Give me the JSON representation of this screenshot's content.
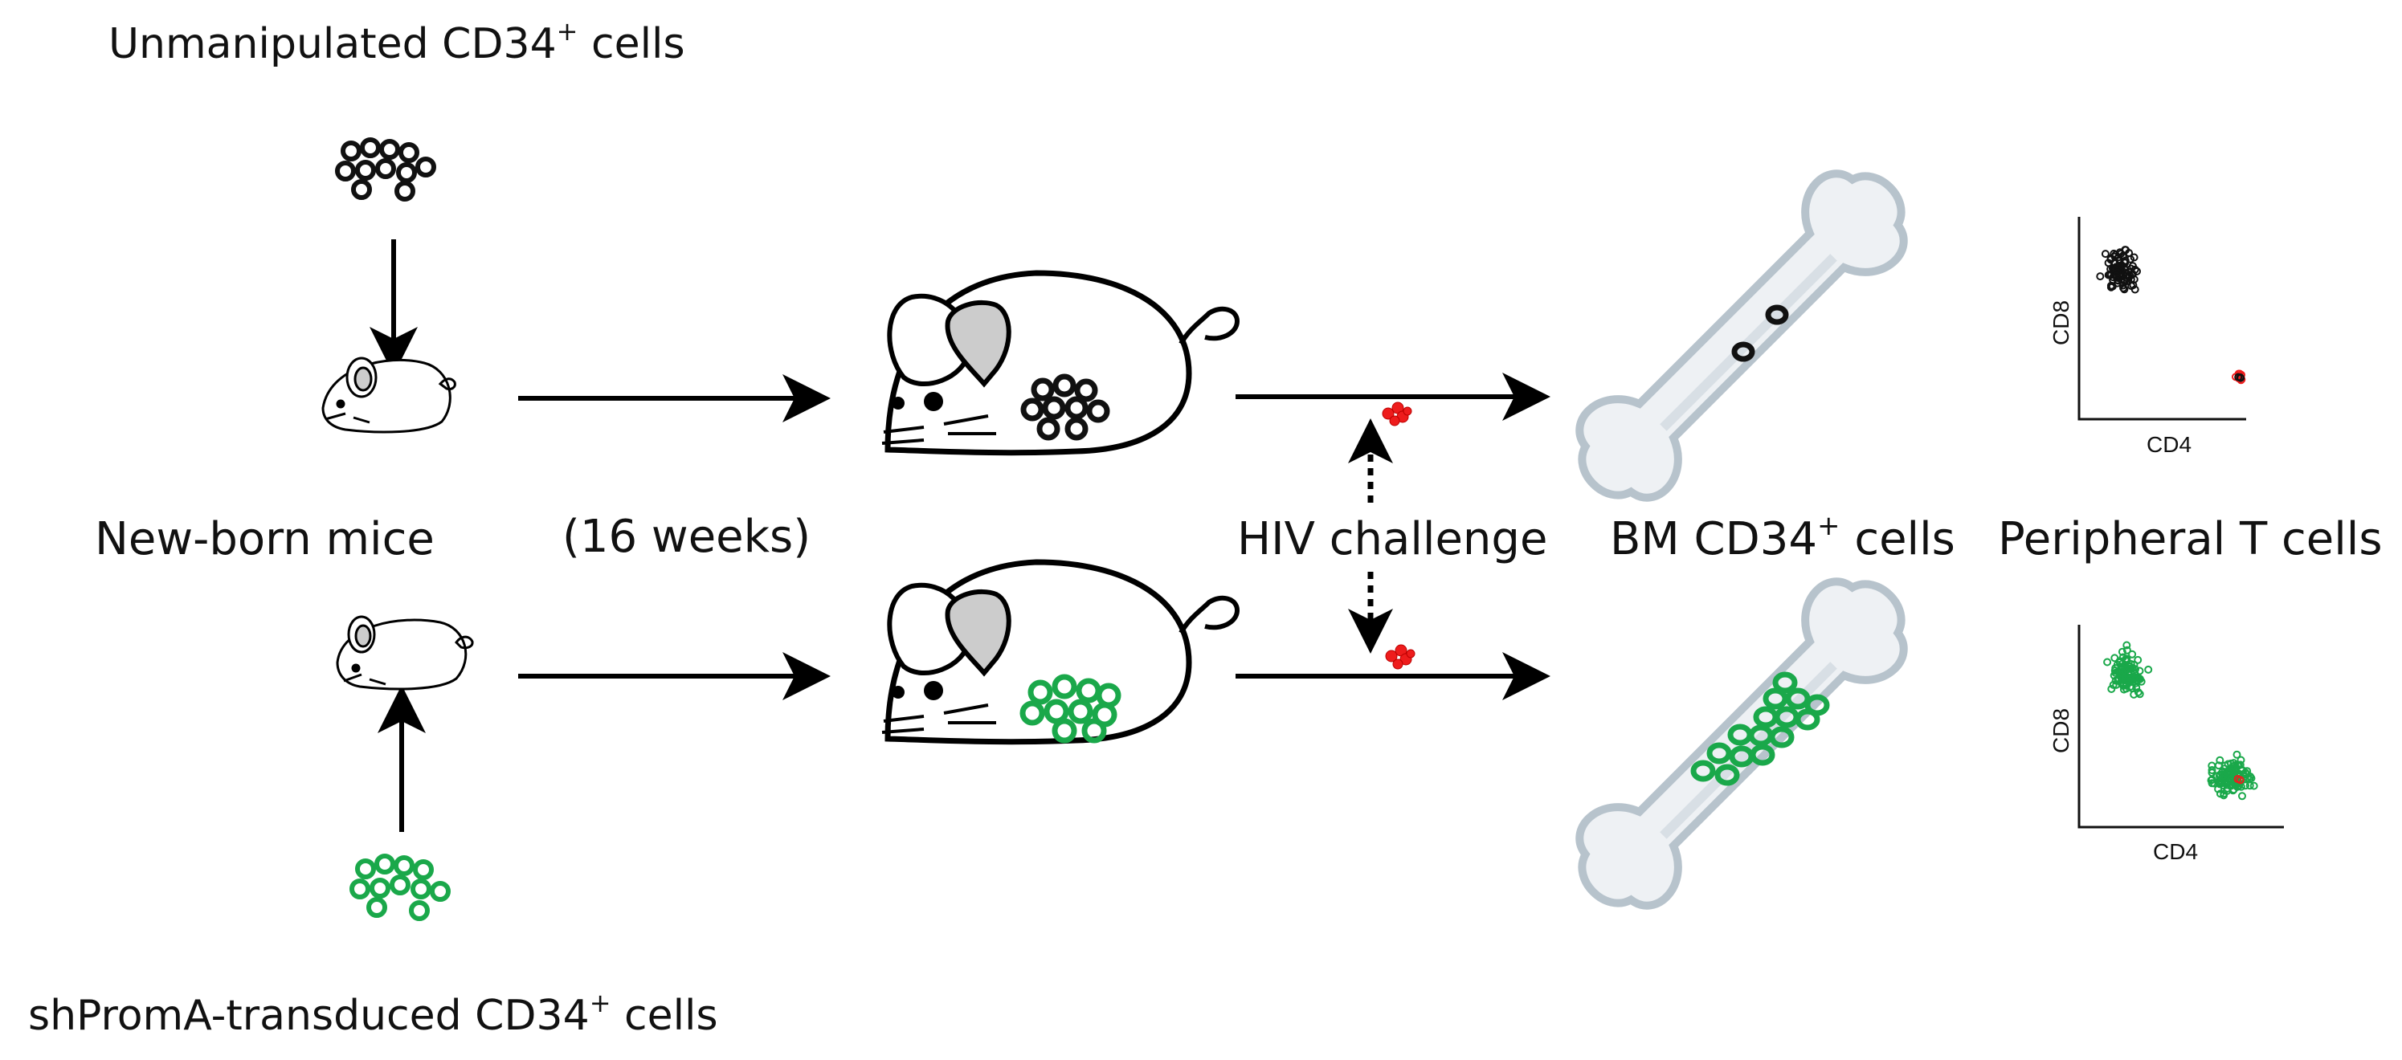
{
  "labels": {
    "unmanipulated": "Unmanipulated CD34",
    "unmanipulated_sup": "+",
    "unmanipulated_tail": " cells",
    "newborn": "New-born mice",
    "weeks": "(16 weeks)",
    "hiv": "HIV challenge",
    "bm_pre": "BM CD34",
    "bm_sup": "+",
    "bm_tail": " cells",
    "peripheral": "Peripheral T cells",
    "shpromA": "shPromA-transduced CD34",
    "shpromA_sup": "+",
    "shpromA_tail": " cells"
  },
  "plots": {
    "top": {
      "xlabel": "CD4",
      "ylabel": "CD8"
    },
    "bottom": {
      "xlabel": "CD4",
      "ylabel": "CD8"
    }
  },
  "colors": {
    "control_cells": "#111111",
    "transduced_cells": "#1aa84a",
    "hiv_virus": "#ee1c1c",
    "bone_fill": "#eef1f4",
    "bone_outline": "#b7c3cc",
    "mouse_ear": "#cccccc"
  },
  "icons": [
    "cell-cluster",
    "newborn-mouse",
    "adult-mouse",
    "bone",
    "hiv-virus",
    "arrow"
  ]
}
